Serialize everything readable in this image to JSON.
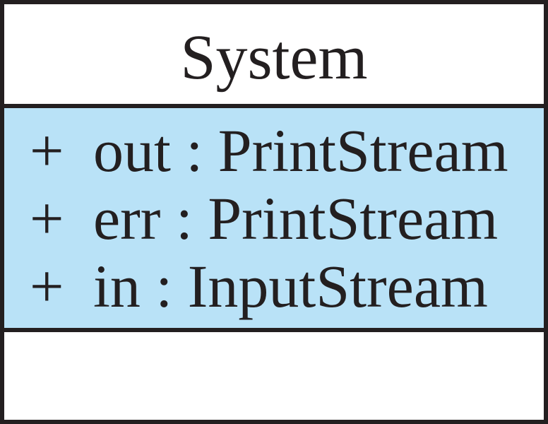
{
  "class_box": {
    "name": "System",
    "attributes": [
      {
        "visibility": "+",
        "declaration": "out : PrintStream"
      },
      {
        "visibility": "+",
        "declaration": "err : PrintStream"
      },
      {
        "visibility": "+",
        "declaration": "in : InputStream"
      }
    ],
    "operations": [],
    "colors": {
      "attribute_fill": "#B9E2F7",
      "compartment_fill": "#FFFFFF",
      "line": "#231F20"
    }
  }
}
